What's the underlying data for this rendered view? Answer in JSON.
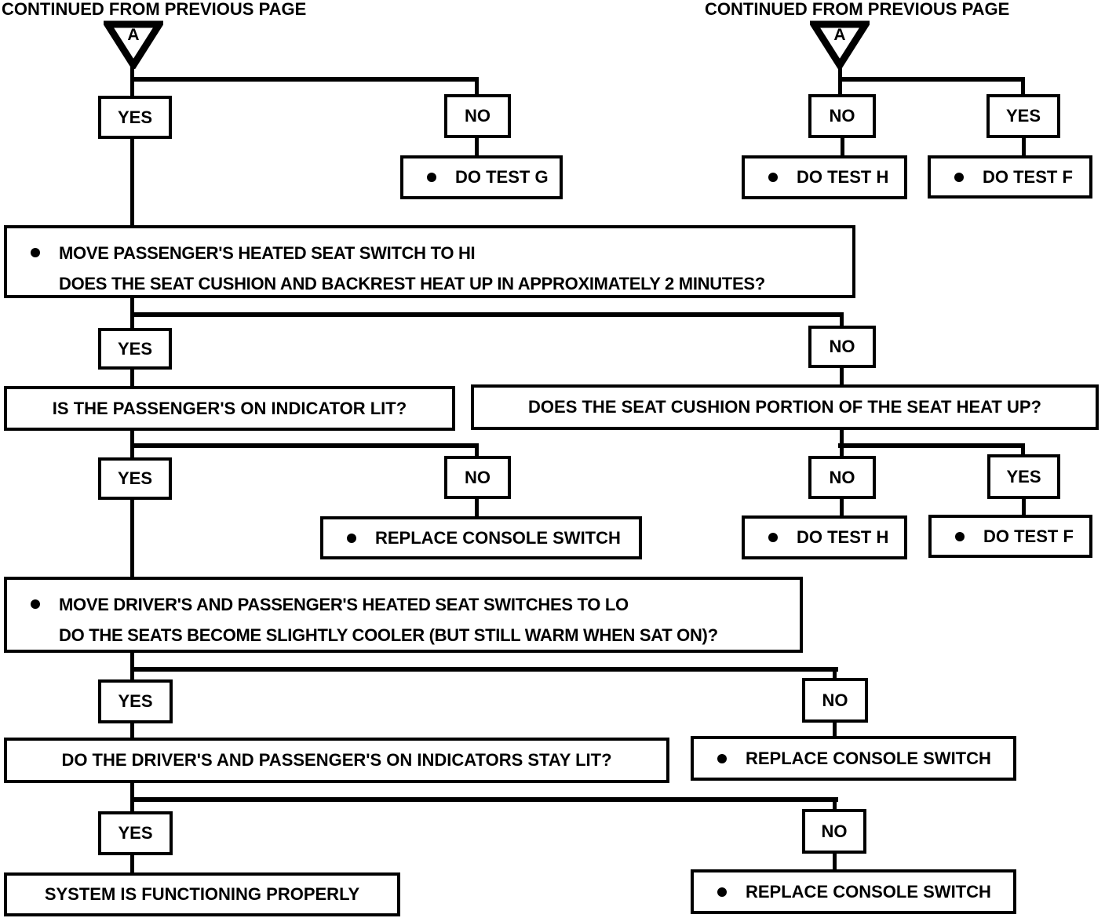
{
  "page": {
    "background": "#ffffff",
    "ink": "#000000"
  },
  "continuations": {
    "left": {
      "label": "CONTINUED FROM PREVIOUS PAGE",
      "marker": "A"
    },
    "right": {
      "label": "CONTINUED FROM PREVIOUS PAGE",
      "marker": "A"
    }
  },
  "branch_labels": {
    "yes": "YES",
    "no": "NO"
  },
  "steps": {
    "move_passenger_hi": {
      "line1": "MOVE PASSENGER'S HEATED SEAT SWITCH TO HI",
      "line2": "DOES THE SEAT CUSHION AND BACKREST HEAT UP IN APPROXIMATELY 2 MINUTES?"
    },
    "passenger_on_indicator": "IS THE PASSENGER'S ON INDICATOR LIT?",
    "seat_cushion_heat": "DOES THE SEAT CUSHION PORTION OF THE SEAT HEAT UP?",
    "move_switches_lo": {
      "line1": "MOVE DRIVER'S AND PASSENGER'S HEATED SEAT SWITCHES TO LO",
      "line2": "DO THE SEATS BECOME SLIGHTLY COOLER (BUT STILL WARM WHEN SAT ON)?"
    },
    "indicators_stay_lit": "DO THE DRIVER'S AND PASSENGER'S ON INDICATORS STAY LIT?"
  },
  "outcomes": {
    "do_test_g": "DO TEST G",
    "do_test_h": "DO TEST H",
    "do_test_f": "DO TEST F",
    "replace_console_switch": "REPLACE CONSOLE SWITCH",
    "system_ok": "SYSTEM IS FUNCTIONING PROPERLY"
  }
}
